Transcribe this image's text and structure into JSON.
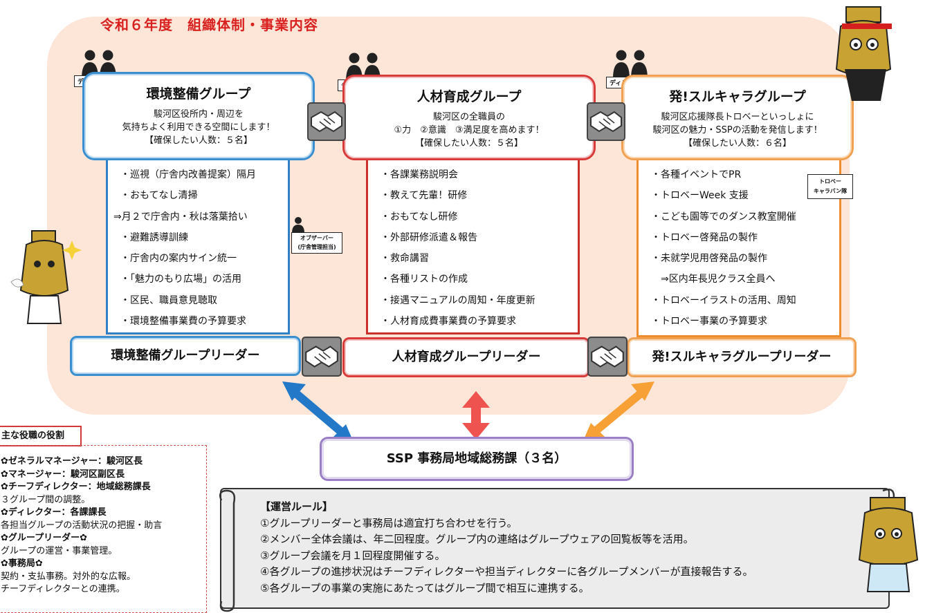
{
  "title": "令和６年度　組織体制・事業内容",
  "director_tag": "ディレクター",
  "groups": [
    {
      "name": "環境整備グループ",
      "desc": [
        "駿河区役所内・周辺を",
        "気持ちよく利用できる空間にします！"
      ],
      "quota": "【確保したい人数：５名】",
      "items": [
        "・巡視（庁舎内改善提案）隔月",
        "・おもてなし清掃",
        "⇒月２で庁舎内・秋は落葉拾い",
        "・避難誘導訓練",
        "・庁舎内の案内サイン統一",
        "・「魅力のもり広場」の活用",
        "・区民、職員意見聴取",
        "・環境整備事業費の予算要求"
      ],
      "leader": "環境整備グループリーダー"
    },
    {
      "name": "人材育成グループ",
      "desc": [
        "駿河区の全職員の",
        "①力　②意識　③満足度を高めます！"
      ],
      "quota": "【確保したい人数：５名】",
      "items": [
        "・各課業務説明会",
        "・教えて先輩！研修",
        "・おもてなし研修",
        "・外部研修派遣＆報告",
        "・救命講習",
        "・各種リストの作成",
        "・接遇マニュアルの周知・年度更新",
        "・人材育成費事業費の予算要求"
      ],
      "leader": "人材育成グループリーダー"
    },
    {
      "name": "発!スルキャラグループ",
      "desc": [
        "駿河区応援隊長トロベーといっしょに",
        "駿河区の魅力・SSPの活動を発信します！"
      ],
      "quota": "【確保したい人数：６名】",
      "items": [
        "・各種イベントでPR",
        "・トロベーWeek 支援",
        "・こども園等でのダンス教室開催",
        "・トロベー啓発品の製作",
        "・未就学児用啓発品の製作",
        "　⇒区内年長児クラス全員へ",
        "・トロベーイラストの活用、周知",
        "・トロベー事業の予算要求"
      ],
      "leader": "発!スルキャラグループリーダー"
    }
  ],
  "observer": [
    "オブザーバー",
    "(庁舎管理担当)"
  ],
  "toro_caravan": [
    "トロベー",
    "キャラバン隊"
  ],
  "ssp": "SSP 事務局地域総務課（３名）",
  "roles": {
    "heading": "主な役職の役割",
    "lines": [
      {
        "t": "✿ゼネラルマネージャー：駿河区長",
        "b": true
      },
      {
        "t": "✿マネージャー：駿河区副区長",
        "b": true
      },
      {
        "t": "✿チーフディレクター：地域総務課長",
        "b": true
      },
      {
        "t": "３グループ間の調整。",
        "b": false
      },
      {
        "t": "✿ディレクター：各課課長",
        "b": true
      },
      {
        "t": "各担当グループの活動状況の把握・助言",
        "b": false
      },
      {
        "t": "✿グループリーダー✿",
        "b": true
      },
      {
        "t": "グループの運営・事業管理。",
        "b": false
      },
      {
        "t": "✿事務局✿",
        "b": true
      },
      {
        "t": "契約・支払事務。対外的な広報。",
        "b": false
      },
      {
        "t": "チーフディレクターとの連携。",
        "b": false
      }
    ]
  },
  "rules": {
    "heading": "【運営ルール】",
    "items": [
      "①グループリーダーと事務局は適宜打ち合わせを行う。",
      "②メンバー全体会議は、年二回程度。グループ内の連絡はグループウェアの回覧板等を活用。",
      "③グループ会議を月１回程度開催する。",
      "④各グループの進捗状況はチーフディレクターや担当ディレクターに各グループメンバーが直接報告する。",
      "⑤各グループの事業の実施にあたってはグループ間で相互に連携する。"
    ]
  },
  "colors": {
    "blue": "#2f7fc6",
    "red": "#d93a3a",
    "orange": "#f09438",
    "purple": "#9a7fc4",
    "title_red": "#d9211f",
    "bg_peach": "#fde6d8"
  }
}
